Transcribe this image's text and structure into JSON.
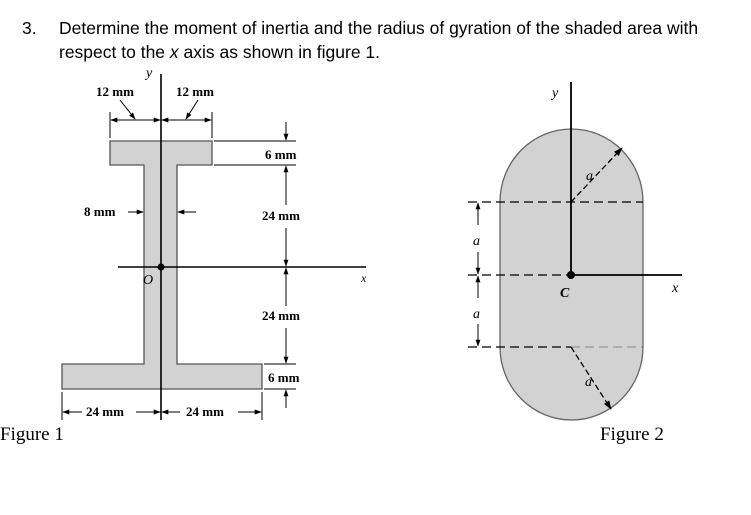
{
  "question": {
    "number": "3.",
    "text_part1": "Determine the moment of inertia and the radius of gyration of the shaded area with",
    "text_part2_pre": "respect to the ",
    "text_part2_var": "x",
    "text_part2_post": " axis as shown in figure 1."
  },
  "figure1": {
    "caption": "Figure 1",
    "axis_y": "y",
    "axis_x": "x",
    "origin": "O",
    "dims": {
      "top_half_left": "12 mm",
      "top_half_right": "12 mm",
      "top_flange_thickness": "6 mm",
      "web_width": "8 mm",
      "upper_web_height": "24 mm",
      "lower_web_height": "24 mm",
      "bottom_flange_thickness": "6 mm",
      "bottom_half_left": "24 mm",
      "bottom_half_right": "24 mm"
    },
    "fill_color": "#d4d4d4"
  },
  "figure2": {
    "caption": "Figure 2",
    "axis_y": "y",
    "axis_x": "x",
    "centroid": "C",
    "radius_top": "a",
    "radius_bottom": "a",
    "dim_upper": "a",
    "dim_lower": "a",
    "fill_color": "#d4d4d4"
  }
}
